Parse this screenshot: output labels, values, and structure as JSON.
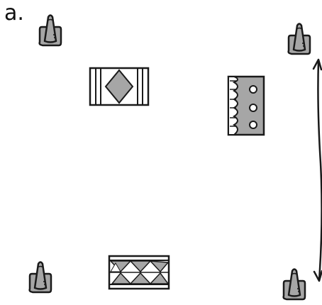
{
  "figure": {
    "label": "a.",
    "colors": {
      "ink": "#1a1a1a",
      "fill": "#a6a6a6",
      "light": "#ffffff"
    },
    "objects": [
      {
        "name": "cone-top-left",
        "kind": "traffic-cone-icon"
      },
      {
        "name": "cone-top-right",
        "kind": "traffic-cone-icon"
      },
      {
        "name": "cone-bottom-left",
        "kind": "traffic-cone-icon"
      },
      {
        "name": "cone-bottom-right",
        "kind": "traffic-cone-icon"
      },
      {
        "name": "rug-diamond",
        "kind": "rug-icon"
      },
      {
        "name": "rug-scalloped",
        "kind": "rug-icon"
      },
      {
        "name": "rug-triangles",
        "kind": "rug-icon"
      },
      {
        "name": "double-arrow",
        "kind": "double-headed-arrow-icon"
      }
    ]
  }
}
